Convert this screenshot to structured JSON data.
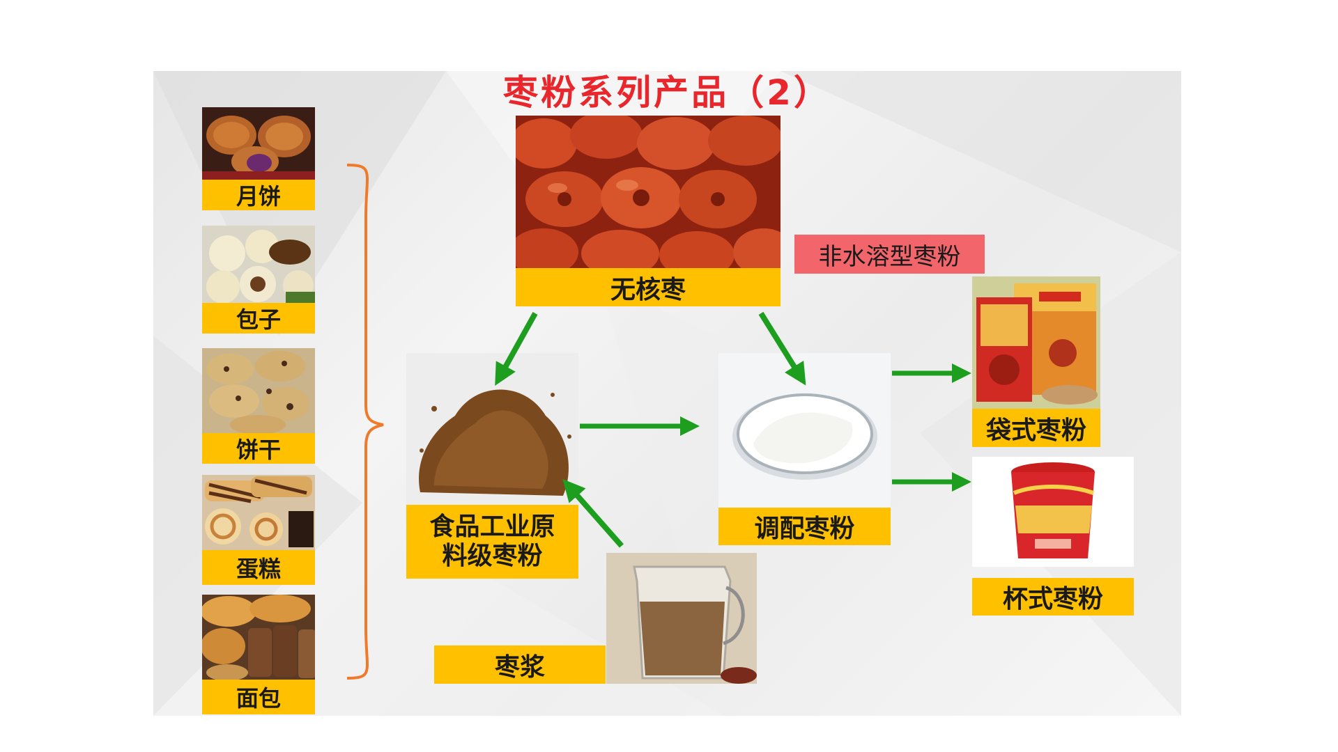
{
  "title": "枣粉系列产品（2）",
  "tag_label": "非水溶型枣粉",
  "left_products": [
    {
      "label": "月饼",
      "icon": "mooncake-icon"
    },
    {
      "label": "包子",
      "icon": "steamed-bun-icon"
    },
    {
      "label": "饼干",
      "icon": "cookie-icon"
    },
    {
      "label": "蛋糕",
      "icon": "cake-roll-icon"
    },
    {
      "label": "面包",
      "icon": "bread-icon"
    }
  ],
  "nodes": {
    "pitted_jujube": "无核枣",
    "industrial_powder_line1": "食品工业原",
    "industrial_powder_line2": "料级枣粉",
    "blended_powder": "调配枣粉",
    "jujube_slurry": "枣浆",
    "bagged_powder": "袋式枣粉",
    "cup_powder": "杯式枣粉"
  },
  "colors": {
    "title": "#e8262b",
    "label_fill": "#ffc000",
    "tag_fill": "#f2666b",
    "arrow": "#1e9e1e",
    "brace": "#f07a2a"
  }
}
